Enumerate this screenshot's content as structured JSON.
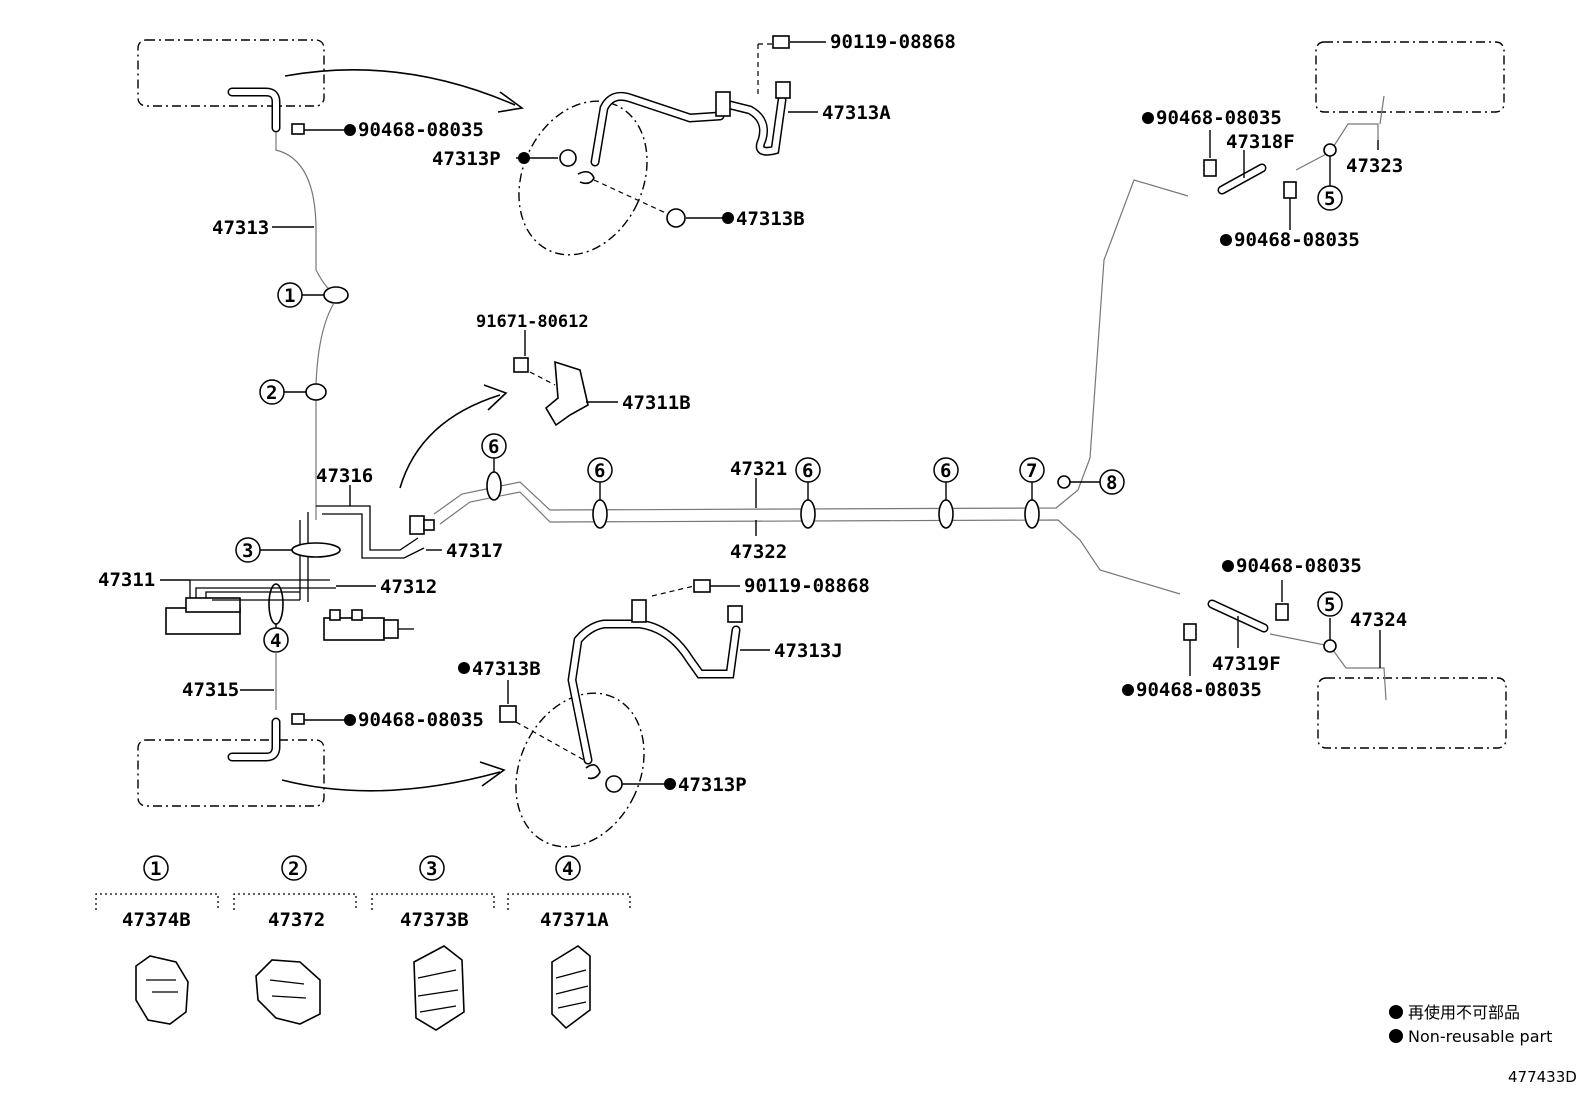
{
  "figure_id": "477433D",
  "legend": {
    "jp": "再使用不可部品",
    "en": "Non-reusable part"
  },
  "parts": {
    "p47313": "47313",
    "p90468_a": "90468-08035",
    "p47313p_top": "47313P",
    "p90119_top": "90119-08868",
    "p47313a": "47313A",
    "p47313b_top": "47313B",
    "p91671": "91671-80612",
    "p47311b": "47311B",
    "p47316": "47316",
    "p47317": "47317",
    "p47311": "47311",
    "p47312": "47312",
    "p47321": "47321",
    "p47322": "47322",
    "p47315": "47315",
    "p90468_b": "90468-08035",
    "p47313b_bot": "47313B",
    "p90119_bot": "90119-08868",
    "p47313j": "47313J",
    "p47313p_bot": "47313P",
    "p90468_c": "90468-08035",
    "p47318f": "47318F",
    "p47323": "47323",
    "p90468_d": "90468-08035",
    "p90468_e": "90468-08035",
    "p47324": "47324",
    "p47319f": "47319F",
    "p90468_f": "90468-08035"
  },
  "callouts": {
    "c1": "1",
    "c2": "2",
    "c3": "3",
    "c4": "4",
    "c5a": "5",
    "c5b": "5",
    "c6a": "6",
    "c6b": "6",
    "c6c": "6",
    "c6d": "6",
    "c7": "7",
    "c8": "8"
  },
  "boxes": [
    {
      "num": "1",
      "line1": "47374B",
      "line2": "",
      "line3": ""
    },
    {
      "num": "2",
      "line1": "47372",
      "line2": "",
      "line3": ""
    },
    {
      "num": "3",
      "line1": "47373B",
      "line2": "",
      "line3": ""
    },
    {
      "num": "4",
      "line1": "47371A",
      "line2": "",
      "line3": ""
    }
  ]
}
